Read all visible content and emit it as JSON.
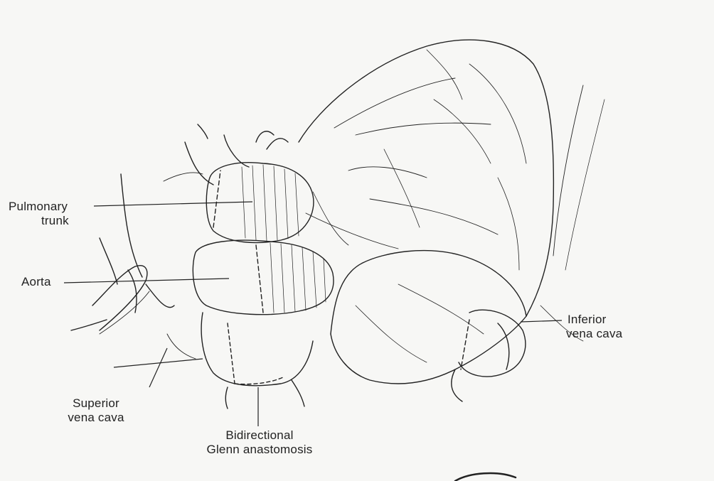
{
  "labels": {
    "pulmonary_trunk": {
      "line1": "Pulmonary",
      "line2": "trunk"
    },
    "aorta": "Aorta",
    "inferior_vena_cava": {
      "line1": "Inferior",
      "line2": "vena cava"
    },
    "superior_vena_cava": {
      "line1": "Superior",
      "line2": "vena cava"
    },
    "glenn": {
      "line1": "Bidirectional",
      "line2": "Glenn anastomosis"
    }
  },
  "colors": {
    "ink": "#222222",
    "paper": "#f7f7f5"
  }
}
